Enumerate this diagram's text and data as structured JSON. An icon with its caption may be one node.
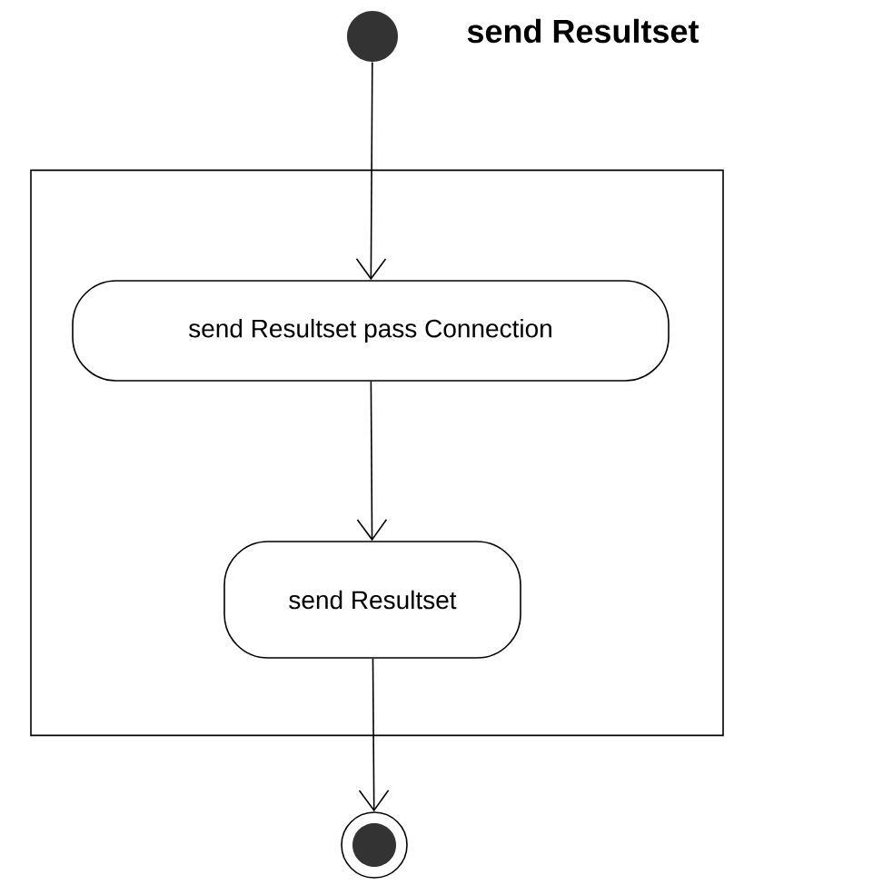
{
  "diagram": {
    "nodes": [
      {
        "text": [],
        "shape": "circle",
        "beside": [
          "send Resultset"
        ]
      },
      {
        "text": [],
        "shape": "box"
      },
      {
        "text": [
          "send Resultset pass Connection"
        ],
        "in": 1
      },
      {
        "text": [
          "send Resultset"
        ],
        "in": 1
      },
      {
        "text": [],
        "shape": "circle"
      }
    ],
    "edges": [
      {
        "from": 0,
        "to": 2,
        "arrow": "to"
      },
      {
        "from": 2,
        "to": 3,
        "arrow": "to"
      },
      {
        "from": 3,
        "to": 4,
        "arrow": "to"
      }
    ]
  }
}
